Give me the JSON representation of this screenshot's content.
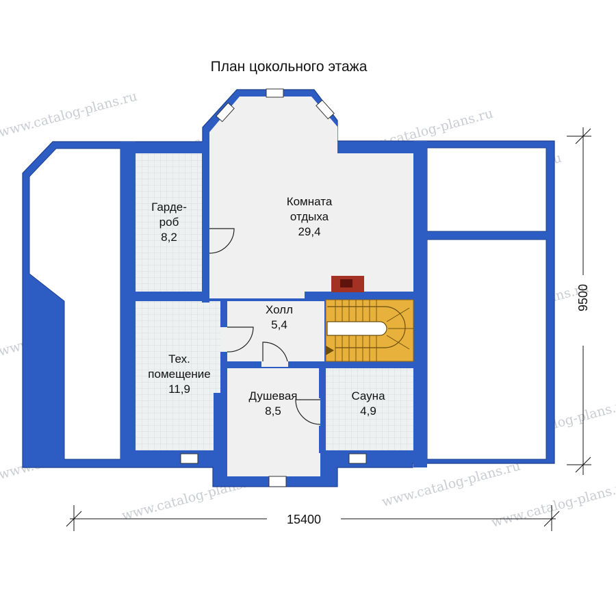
{
  "title": "План цокольного этажа",
  "watermark": "www.catalog-plans.ru",
  "rooms": {
    "wardrobe": {
      "line1": "Гарде-",
      "line2": "роб",
      "area": "8,2"
    },
    "lounge": {
      "line1": "Комната",
      "line2": "отдыха",
      "area": "29,4"
    },
    "hall": {
      "line1": "Холл",
      "area": "5,4"
    },
    "tech": {
      "line1": "Тех.",
      "line2": "помещение",
      "area": "11,9"
    },
    "shower": {
      "line1": "Душевая",
      "area": "8,5"
    },
    "sauna": {
      "line1": "Сауна",
      "area": "4,9"
    }
  },
  "dimensions": {
    "width": "15400",
    "height": "9500"
  },
  "colors": {
    "wall": "#2d5dc3",
    "floor": "#f0f0f0",
    "tile": "#eef1f2",
    "stair": "#e8b13c",
    "chimney": "#a33224"
  }
}
